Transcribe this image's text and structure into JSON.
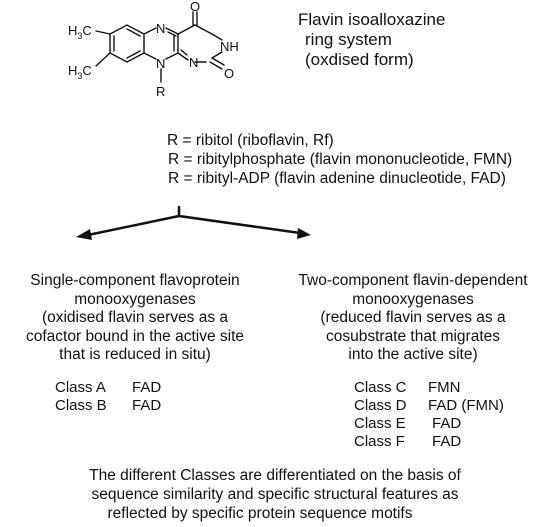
{
  "title": {
    "line1": "Flavin isoalloxazine",
    "line2": "ring system",
    "line3": "(oxdised form)"
  },
  "structure": {
    "atoms": {
      "o_top": "O",
      "o_right": "O",
      "nh": "NH",
      "n_upper": "N",
      "n_lower": "N",
      "n_pyr": "N",
      "r": "R",
      "h3c_top": "H",
      "h3c_top_sub": "3",
      "h3c_top_c": "C",
      "h3c_bot": "H",
      "h3c_bot_sub": "3",
      "h3c_bot_c": "C"
    }
  },
  "r_definitions": [
    "R = ribitol (riboflavin, Rf)",
    "R = ribitylphosphate (flavin mononucleotide, FMN)",
    "R = ribityl-ADP (flavin adenine dinucleotide, FAD)"
  ],
  "left_branch": {
    "lines": [
      "Single-component flavoprotein",
      "monooxygenases",
      "(oxidised flavin serves as a",
      "cofactor bound in the active site",
      "that is reduced in situ)"
    ],
    "classes": [
      {
        "name": "Class A",
        "cofactor": "FAD"
      },
      {
        "name": "Class B",
        "cofactor": "FAD"
      }
    ]
  },
  "right_branch": {
    "lines": [
      "Two-component flavin-dependent",
      "monooxygenases",
      "(reduced flavin serves as a",
      "cosubstrate that migrates",
      "into the active site)"
    ],
    "classes": [
      {
        "name": "Class C",
        "cofactor": "FMN"
      },
      {
        "name": "Class D",
        "cofactor": "FAD (FMN)"
      },
      {
        "name": "Class E",
        "cofactor": "FAD"
      },
      {
        "name": "Class F",
        "cofactor": "FAD"
      }
    ]
  },
  "footer": [
    "The different Classes are differentiated on the basis of",
    "sequence similarity and specific structural features as",
    "reflected by specific protein sequence motifs"
  ]
}
